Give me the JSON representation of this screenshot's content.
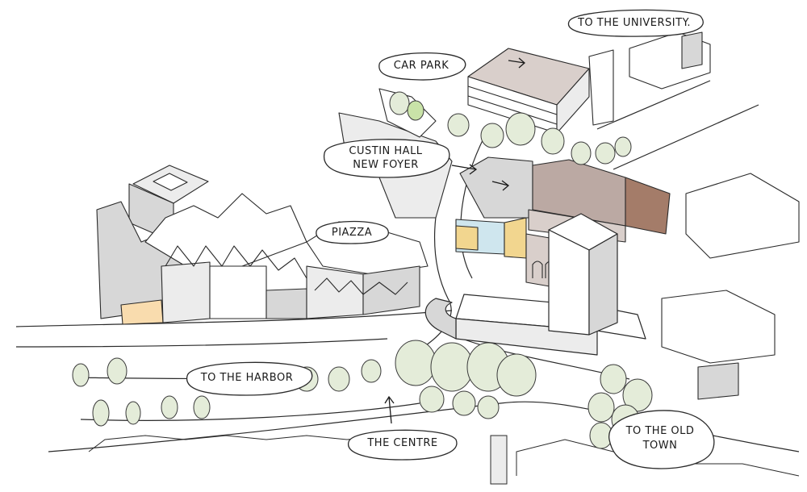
{
  "labels": {
    "university": "TO THE UNIVERSITY.",
    "car_park": "CAR PARK",
    "hall_line1": "CUSTIN HALL",
    "hall_line2": "NEW FOYER",
    "piazza": "PIAZZA",
    "harbor": "TO THE HARBOR",
    "centre": "THE CENTRE",
    "old_town_line1": "TO THE OLD",
    "old_town_line2": "TOWN"
  },
  "colors": {
    "ink": "#2a2a2a",
    "tree_fill": "#e4ecd9",
    "tree_fill_bright": "#c9e3a8",
    "building_grey": "#d7d7d7",
    "building_light": "#ececec",
    "highlight_orange": "#f9dcae",
    "pastel_blue": "#cfe6ee",
    "pastel_yellow": "#f2d68f",
    "mauve": "#bba9a3",
    "brown": "#a47c69",
    "warm_grey": "#d9cfcb"
  }
}
